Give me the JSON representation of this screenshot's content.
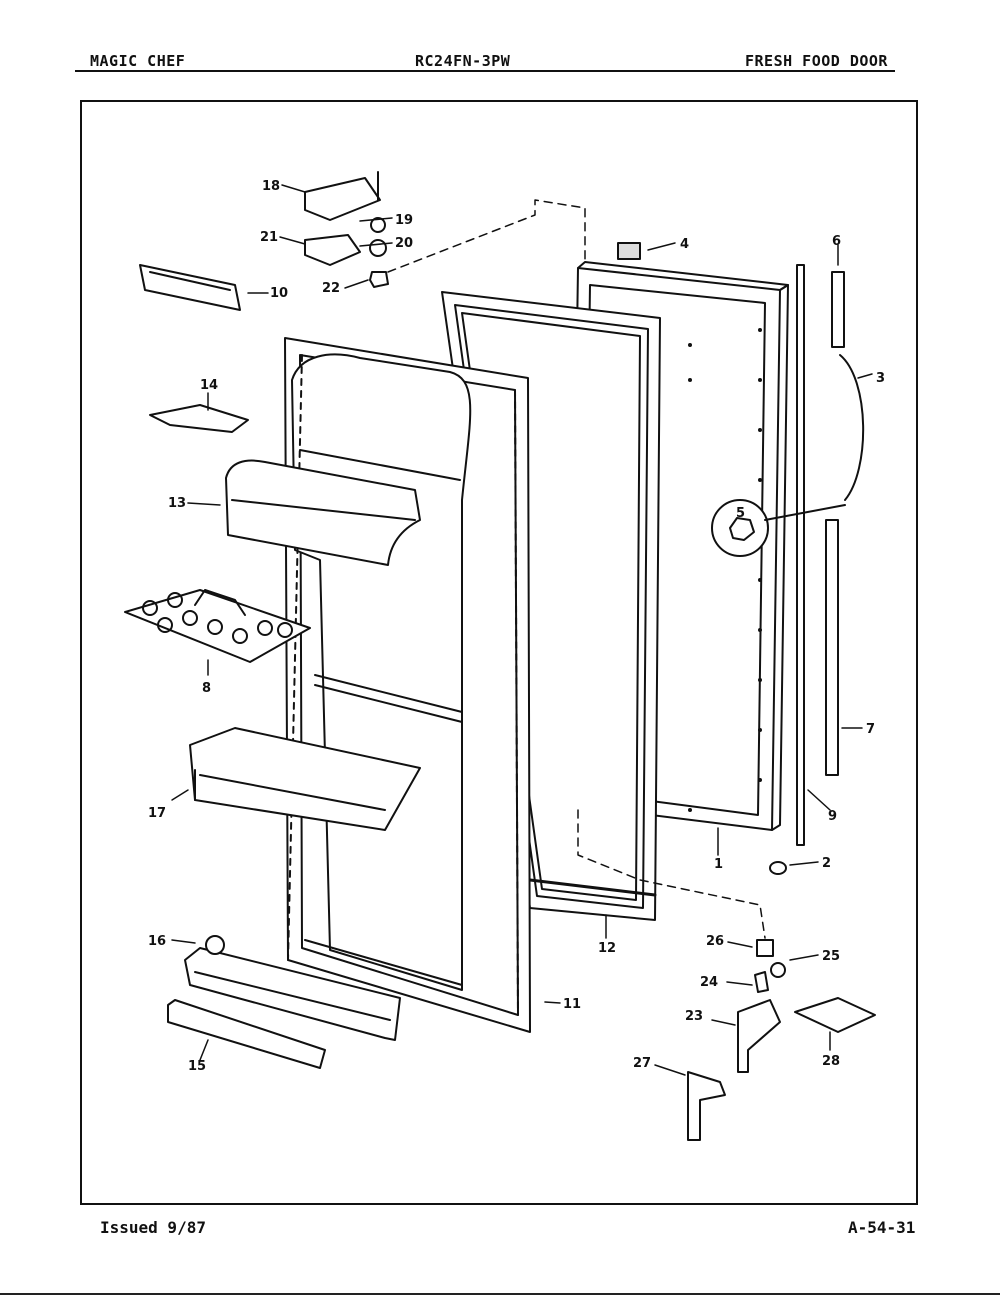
{
  "header": {
    "brand": "MAGIC CHEF",
    "model": "RC24FN-3PW",
    "section": "FRESH FOOD DOOR"
  },
  "footer": {
    "issued": "Issued 9/87",
    "page_code": "A-54-31"
  },
  "callouts": {
    "c1": "1",
    "c2": "2",
    "c3": "3",
    "c4": "4",
    "c5": "5",
    "c6": "6",
    "c7": "7",
    "c8": "8",
    "c9": "9",
    "c10": "10",
    "c11": "11",
    "c12": "12",
    "c13": "13",
    "c14": "14",
    "c15": "15",
    "c16": "16",
    "c17": "17",
    "c18": "18",
    "c19": "19",
    "c20": "20",
    "c21": "21",
    "c22": "22",
    "c23": "23",
    "c24": "24",
    "c25": "25",
    "c26": "26",
    "c27": "27",
    "c28": "28"
  }
}
